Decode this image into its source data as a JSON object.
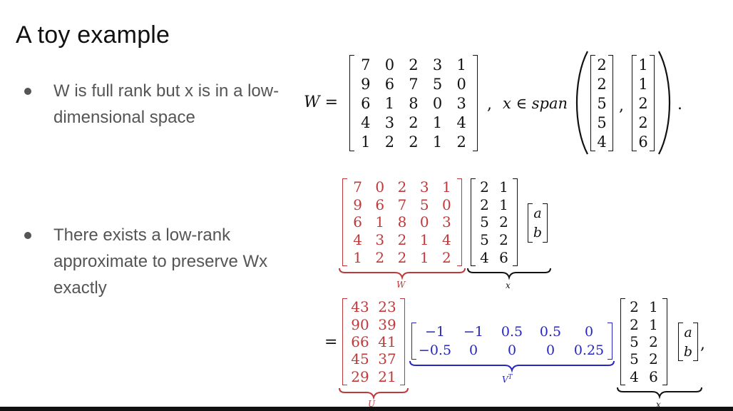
{
  "slide": {
    "title": "A toy example",
    "bullets": [
      "W is full rank but x is in a low-dimensional space",
      "There exists a low-rank approximate to preserve Wx exactly"
    ]
  },
  "equation1": {
    "lhs": "W =",
    "W": [
      [
        7,
        0,
        2,
        3,
        1
      ],
      [
        9,
        6,
        7,
        5,
        0
      ],
      [
        6,
        1,
        8,
        0,
        3
      ],
      [
        4,
        3,
        2,
        1,
        4
      ],
      [
        1,
        2,
        2,
        1,
        2
      ]
    ],
    "comma": ",",
    "x_in_span": "x ∈ span",
    "v1": [
      2,
      2,
      5,
      5,
      4
    ],
    "v2": [
      1,
      1,
      2,
      2,
      6
    ],
    "sep": ",",
    "end": "."
  },
  "equation2": {
    "W_label": "W",
    "x": [
      [
        2,
        1
      ],
      [
        2,
        1
      ],
      [
        5,
        2
      ],
      [
        5,
        2
      ],
      [
        4,
        6
      ]
    ],
    "x_label": "x",
    "ab": [
      "a",
      "b"
    ]
  },
  "equation3": {
    "eq": "=",
    "U": [
      [
        "43",
        "23"
      ],
      [
        "90",
        "39"
      ],
      [
        "66",
        "41"
      ],
      [
        "45",
        "37"
      ],
      [
        "29",
        "21"
      ]
    ],
    "U_label": "U",
    "VT": [
      [
        "−1",
        "−1",
        "0.5",
        "0.5",
        "0"
      ],
      [
        "−0.5",
        "0",
        "0",
        "0",
        "0.25"
      ]
    ],
    "VT_label": "V",
    "VT_sup": "T",
    "x_label": "x",
    "end": ","
  },
  "colors": {
    "red": "#c0393a",
    "blue": "#2626c0",
    "text": "#555555"
  }
}
